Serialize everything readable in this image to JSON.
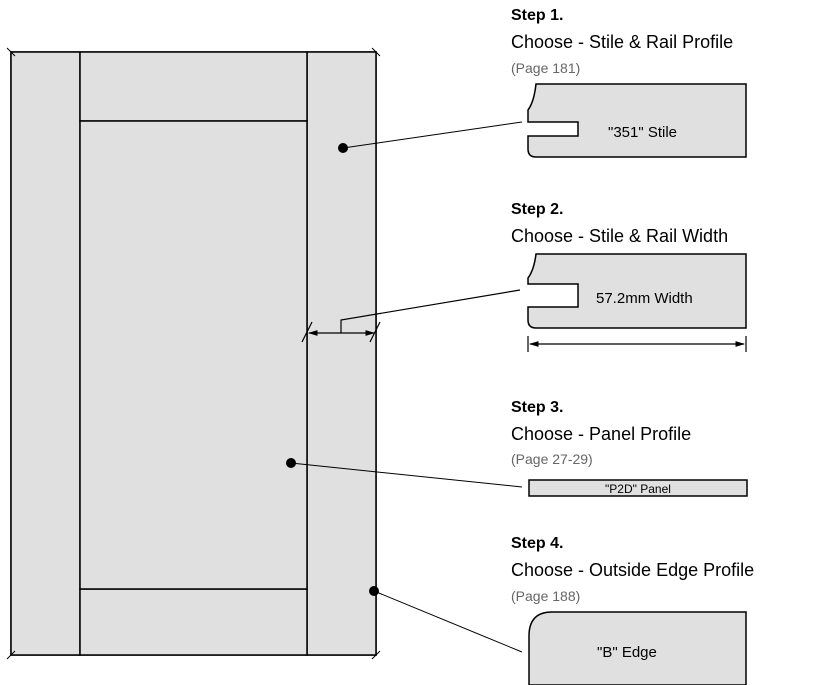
{
  "colors": {
    "door_fill": "#e0e0e0",
    "profile_fill": "#e0e0e0",
    "stroke": "#000000",
    "page_ref_text": "#666666"
  },
  "steps": [
    {
      "title": "Step 1.",
      "description": "Choose - Stile & Rail Profile",
      "page_ref": "(Page 181)",
      "profile_label": "\"351\" Stile"
    },
    {
      "title": "Step 2.",
      "description": "Choose - Stile & Rail Width",
      "profile_label": "57.2mm Width"
    },
    {
      "title": "Step 3.",
      "description": "Choose - Panel Profile",
      "page_ref": "(Page 27-29)",
      "profile_label": "\"P2D\" Panel"
    },
    {
      "title": "Step 4.",
      "description": "Choose - Outside Edge Profile",
      "page_ref": "(Page 188)",
      "profile_label": "\"B\" Edge"
    }
  ]
}
